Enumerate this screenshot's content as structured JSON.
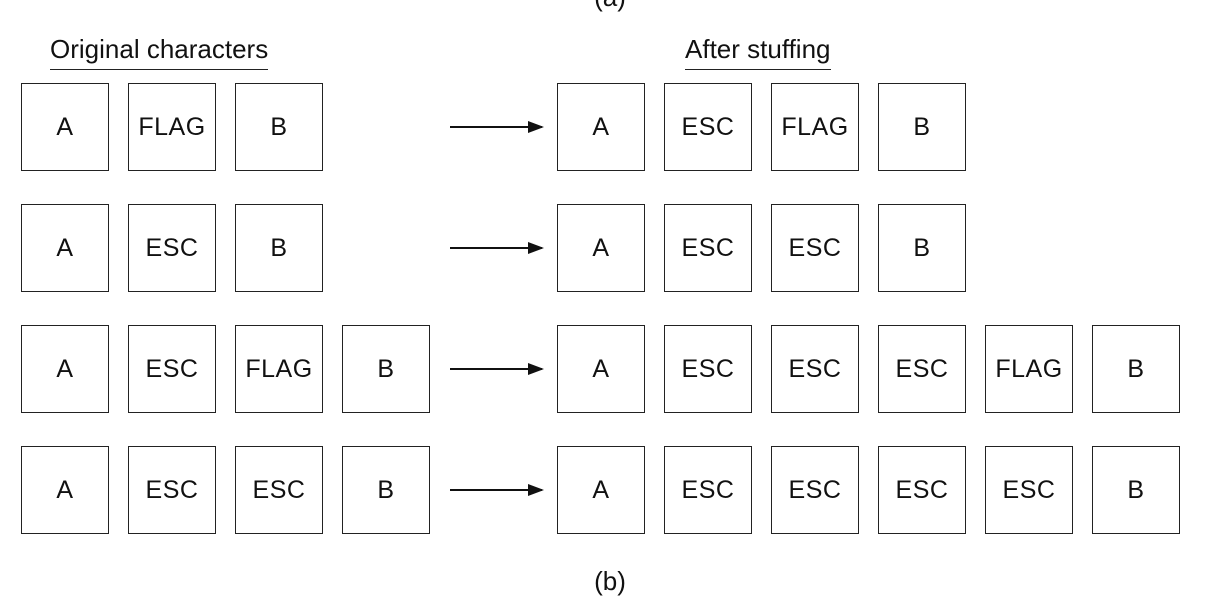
{
  "figure": {
    "top_caption": "(a)",
    "bottom_caption": "(b)",
    "left_heading": "Original characters",
    "right_heading": "After stuffing"
  },
  "rows": [
    {
      "original": [
        "A",
        "FLAG",
        "B"
      ],
      "stuffed": [
        "A",
        "ESC",
        "FLAG",
        "B"
      ]
    },
    {
      "original": [
        "A",
        "ESC",
        "B"
      ],
      "stuffed": [
        "A",
        "ESC",
        "ESC",
        "B"
      ]
    },
    {
      "original": [
        "A",
        "ESC",
        "FLAG",
        "B"
      ],
      "stuffed": [
        "A",
        "ESC",
        "ESC",
        "ESC",
        "FLAG",
        "B"
      ]
    },
    {
      "original": [
        "A",
        "ESC",
        "ESC",
        "B"
      ],
      "stuffed": [
        "A",
        "ESC",
        "ESC",
        "ESC",
        "ESC",
        "B"
      ]
    }
  ]
}
